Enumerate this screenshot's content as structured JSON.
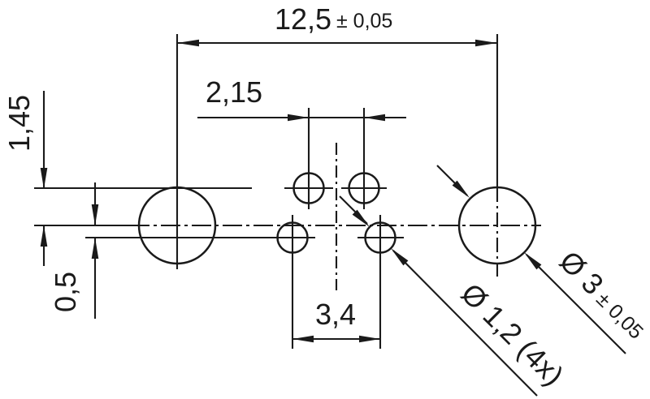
{
  "drawing": {
    "colors": {
      "line": "#1a1a1a",
      "background": "#ffffff"
    },
    "dimensions": {
      "overall_width": {
        "value": "12,5",
        "tolerance": "± 0,05"
      },
      "upper_hole_pitch": {
        "value": "2,15"
      },
      "upper_row_offset": {
        "value": "1,45"
      },
      "lower_row_offset": {
        "value": "0,5"
      },
      "lower_hole_pitch": {
        "value": "3,4"
      },
      "small_hole_diameter": {
        "value": "Ø 1,2 (4x)"
      },
      "large_hole_diameter": {
        "value": "Ø 3",
        "tolerance": "± 0,05"
      }
    }
  }
}
